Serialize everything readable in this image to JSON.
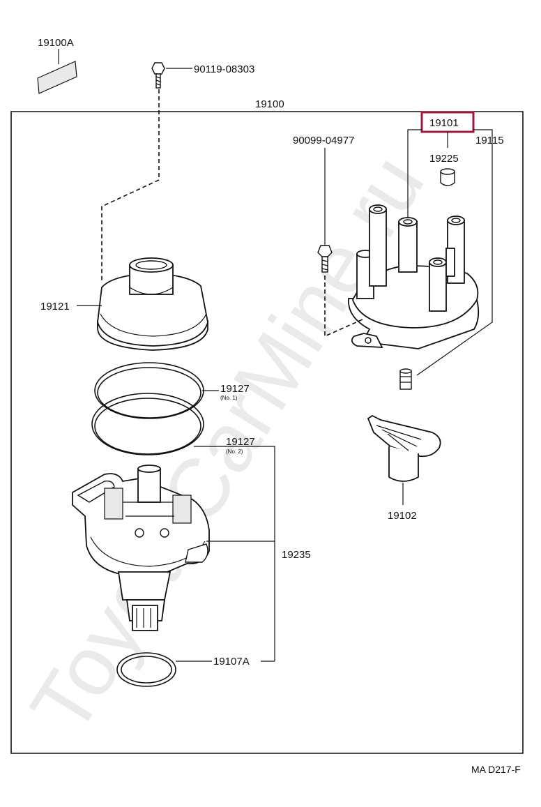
{
  "watermark": "ToyotaCarMine.ru",
  "diagram_code": "MA D217-F",
  "highlight_color": "#a0183c",
  "labels": {
    "p19100A": "19100A",
    "p90119": "90119-08303",
    "p19100": "19100",
    "p19101": "19101",
    "p90099": "90099-04977",
    "p19115": "19115",
    "p19225": "19225",
    "p19121": "19121",
    "p19127a": "19127",
    "p19127a_sub": "(No. 1)",
    "p19127b": "19127",
    "p19127b_sub": "(No. 2)",
    "p19102": "19102",
    "p19235": "19235",
    "p19107A": "19107A"
  }
}
